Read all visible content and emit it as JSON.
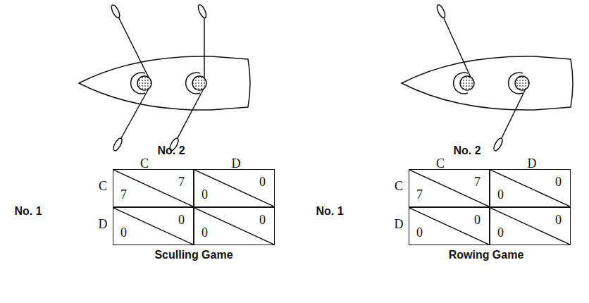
{
  "diagram": {
    "nodes": [
      {
        "text": [
          "7",
          "7"
        ]
      },
      {
        "text": [
          "0",
          "0"
        ]
      },
      {
        "text": [
          "0",
          "0"
        ]
      },
      {
        "text": [
          "0",
          "0"
        ]
      },
      {
        "text": [
          "7",
          "7"
        ]
      },
      {
        "text": [
          "0",
          "0"
        ]
      },
      {
        "text": [
          "0",
          "0"
        ]
      },
      {
        "text": [
          "0",
          "0"
        ]
      }
    ],
    "labels": [
      "No. 2",
      "C",
      "D",
      "No. 1",
      "C",
      "D",
      "Sculling Game",
      "No. 2",
      "C",
      "D",
      "No. 1",
      "C",
      "D",
      "Rowing Game"
    ]
  }
}
